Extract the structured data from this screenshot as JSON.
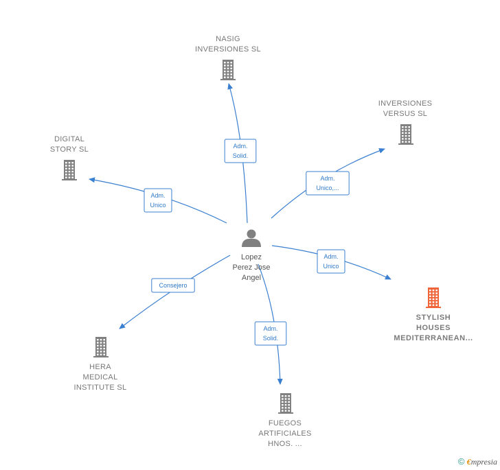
{
  "center": {
    "name_lines": [
      "Lopez",
      "Perez Jose",
      "Angel"
    ],
    "icon": "person-icon"
  },
  "companies": [
    {
      "id": "nasig",
      "lines": [
        "NASIG",
        "INVERSIONES SL"
      ],
      "icon": "building-icon",
      "highlight": false
    },
    {
      "id": "inversiones-versus",
      "lines": [
        "INVERSIONES",
        "VERSUS  SL"
      ],
      "icon": "building-icon",
      "highlight": false
    },
    {
      "id": "digital-story",
      "lines": [
        "DIGITAL",
        "STORY  SL"
      ],
      "icon": "building-icon",
      "highlight": false
    },
    {
      "id": "stylish-houses",
      "lines": [
        "STYLISH",
        "HOUSES",
        "MEDITERRANEAN..."
      ],
      "icon": "building-icon",
      "highlight": true
    },
    {
      "id": "hera-medical",
      "lines": [
        "HERA",
        "MEDICAL",
        "INSTITUTE  SL"
      ],
      "icon": "building-icon",
      "highlight": false
    },
    {
      "id": "fuegos-artificiales",
      "lines": [
        "FUEGOS",
        "ARTIFICIALES",
        "HNOS. ..."
      ],
      "icon": "building-icon",
      "highlight": false
    }
  ],
  "relations": [
    {
      "to": "nasig",
      "label_lines": [
        "Adm.",
        "Solid."
      ]
    },
    {
      "to": "inversiones-versus",
      "label_lines": [
        "Adm.",
        "Unico,..."
      ]
    },
    {
      "to": "digital-story",
      "label_lines": [
        "Adm.",
        "Unico"
      ]
    },
    {
      "to": "stylish-houses",
      "label_lines": [
        "Adm.",
        "Unico"
      ]
    },
    {
      "to": "hera-medical",
      "label_lines": [
        "Consejero"
      ]
    },
    {
      "to": "fuegos-artificiales",
      "label_lines": [
        "Adm.",
        "Solid."
      ]
    }
  ],
  "colors": {
    "edge": "#3a7fd0",
    "building": "#808080",
    "building_highlight": "#f0643a",
    "label_border": "#3a7fd0"
  },
  "copyright": {
    "symbol": "©",
    "brand_first": "€",
    "brand_rest": "mpresia"
  }
}
